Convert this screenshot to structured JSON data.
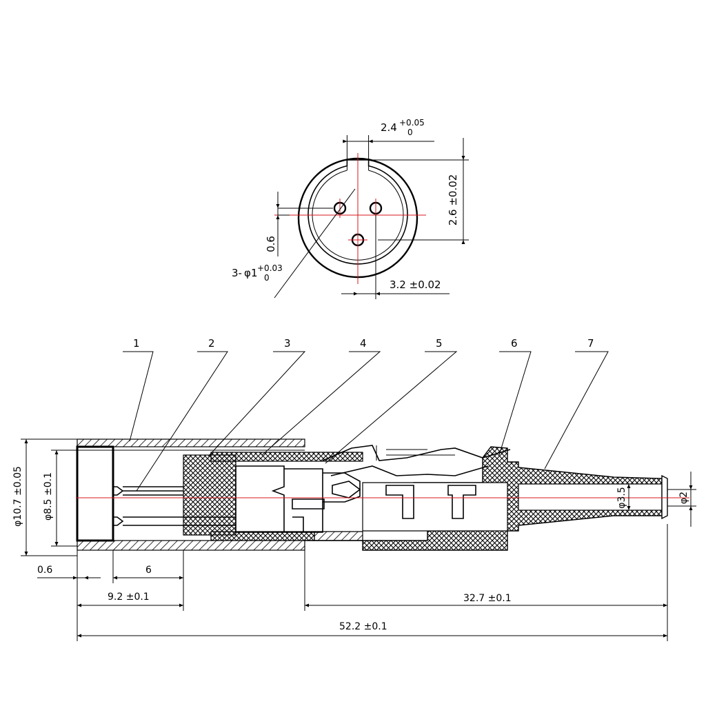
{
  "colors": {
    "line": "#000000",
    "centerline": "#d8141e",
    "background": "#ffffff"
  },
  "front_view": {
    "slot_width": {
      "base": "2.4",
      "tol_upper": "+0.05",
      "tol_lower": "0"
    },
    "slot_depth": "2.6 ±0.02",
    "pin_spacing": "3.2 ±0.02",
    "pin_offset": "0.6",
    "pin_hole": {
      "prefix": "3-",
      "symbol": "φ",
      "base": "1",
      "tol_upper": "+0.03",
      "tol_lower": "0"
    }
  },
  "section_view": {
    "callouts": [
      "1",
      "2",
      "3",
      "4",
      "5",
      "6",
      "7"
    ],
    "dimensions": {
      "outer_dia": "φ10.7 ±0.05",
      "inner_dia": "φ8.5 ±0.1",
      "front_gap": "0.6",
      "pin_length": "6",
      "front_length": "9.2 ±0.1",
      "rear_length": "32.7 ±0.1",
      "total_length": "52.2 ±0.1",
      "cable_dia": "φ3.5",
      "tip_dia": "φ2"
    }
  }
}
